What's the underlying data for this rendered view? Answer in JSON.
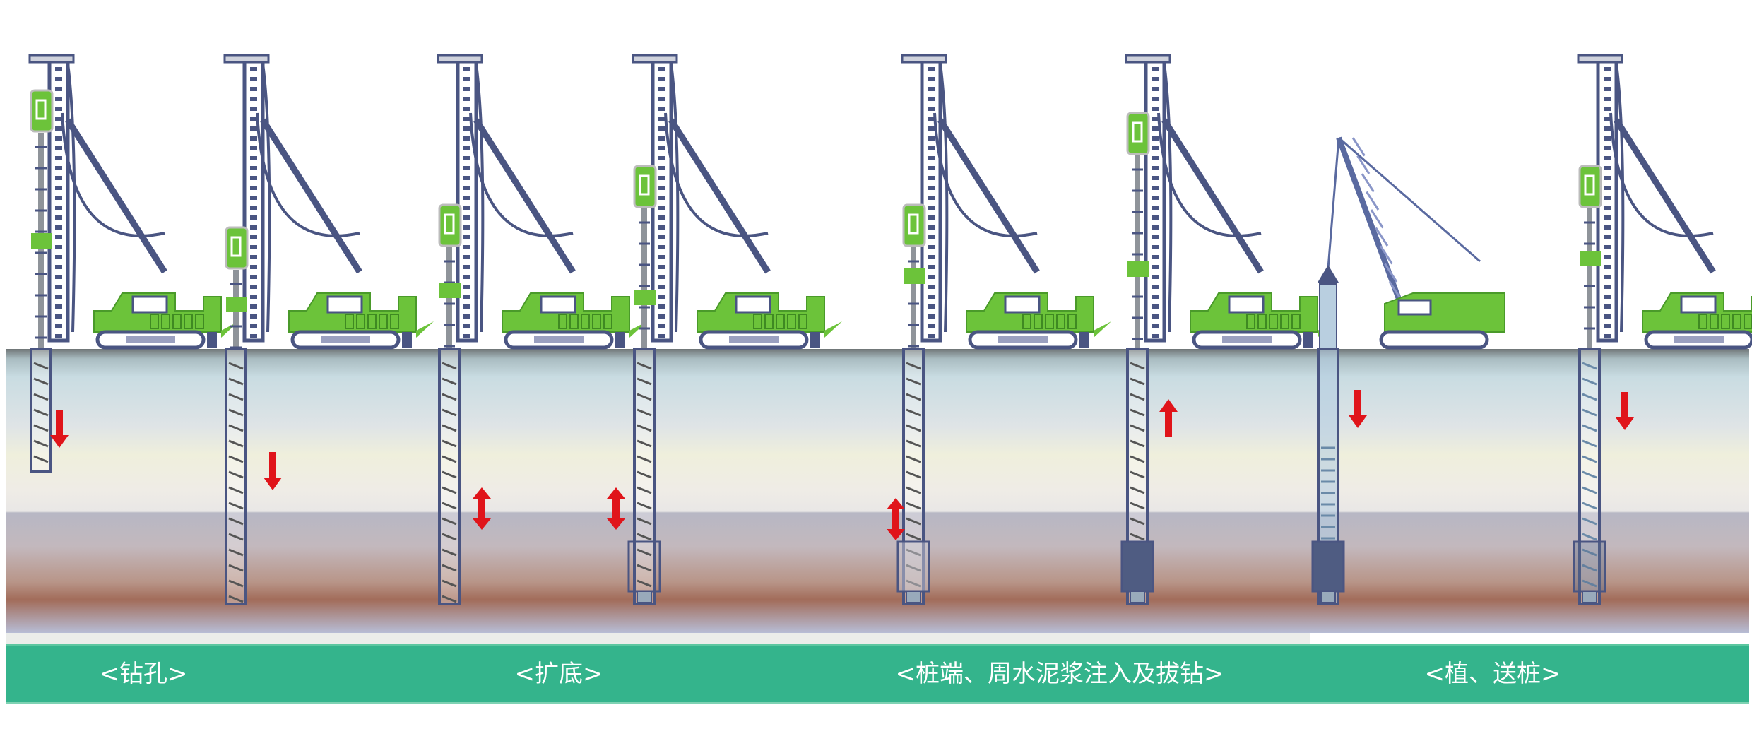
{
  "stages": [
    {
      "label": "<钻孔>"
    },
    {
      "label": "<扩底>"
    },
    {
      "label": "<桩端、周水泥浆注入及拔钻>"
    },
    {
      "label": "<植、送桩>"
    }
  ],
  "colors": {
    "machine_green": "#6cc33a",
    "machine_frame": "#4a5582",
    "arrow_red": "#e0141a",
    "band_green": "#34b48c"
  }
}
